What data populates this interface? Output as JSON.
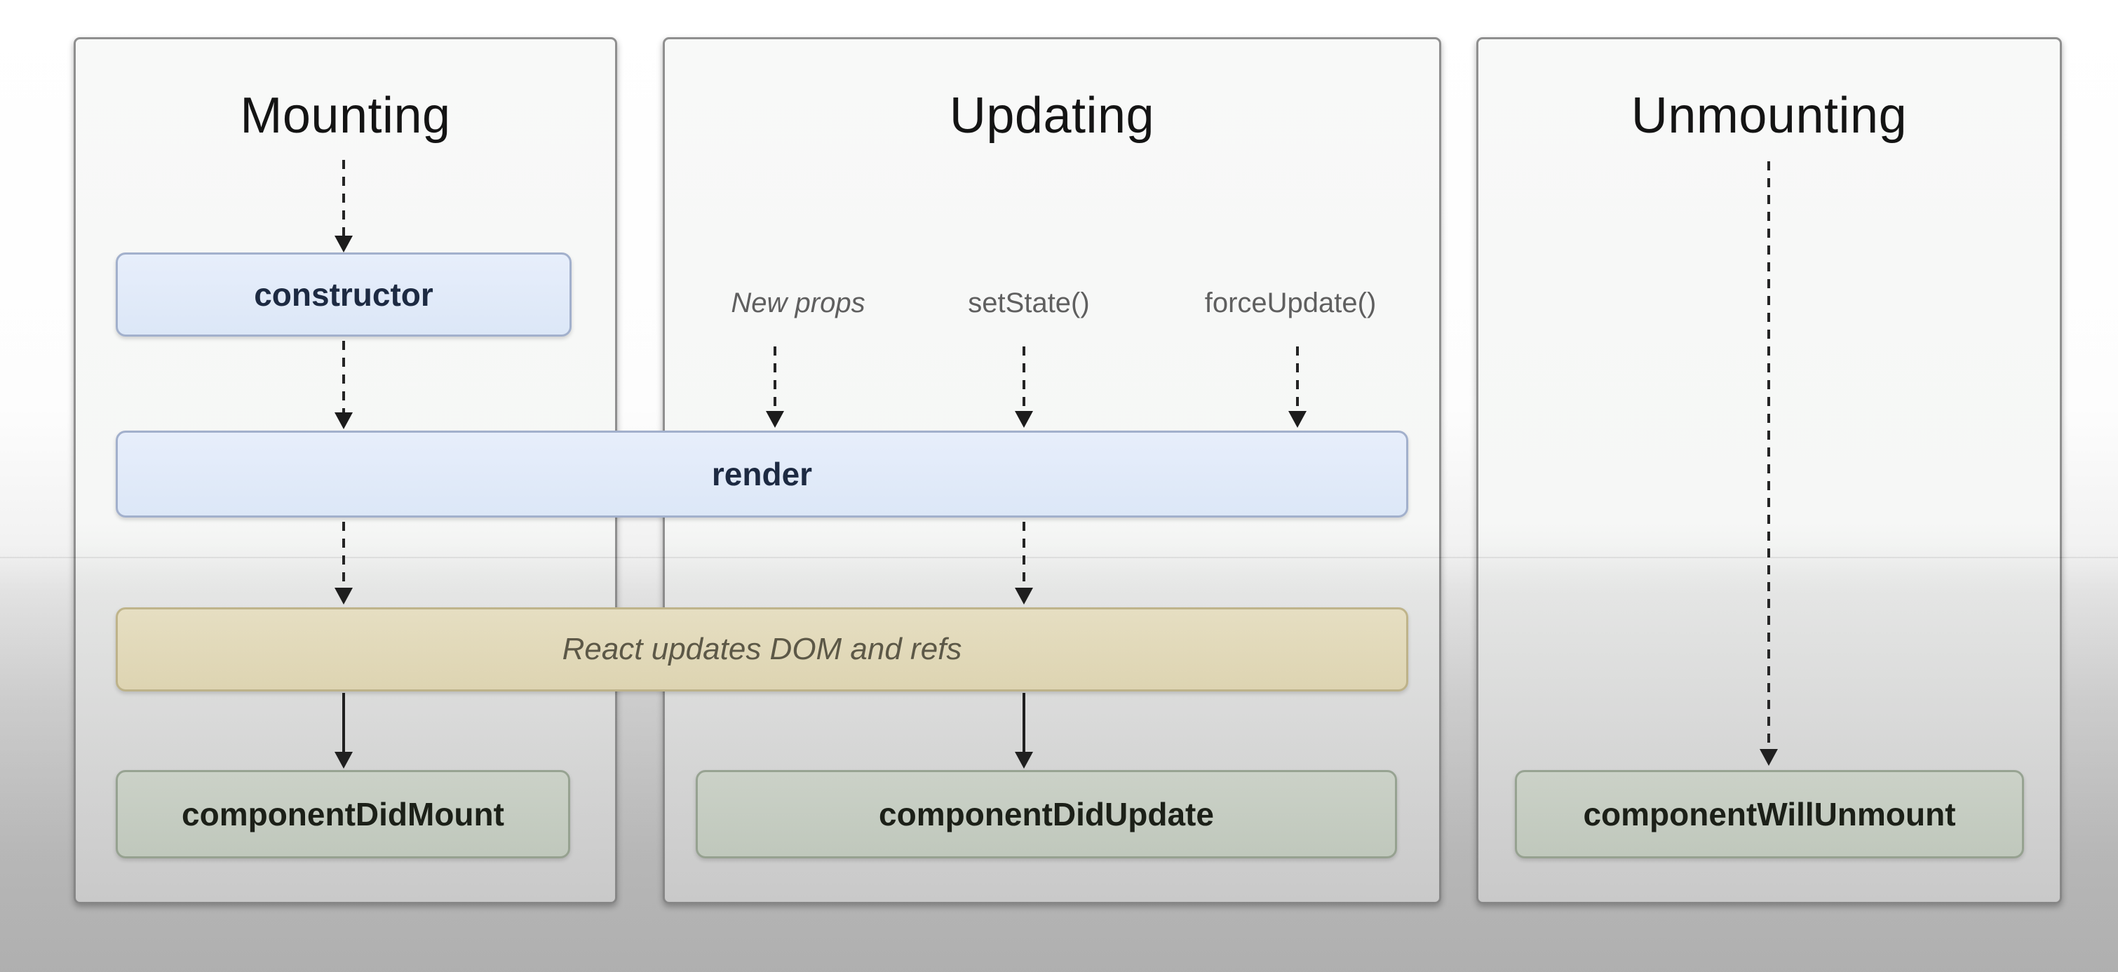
{
  "columns": {
    "mounting": {
      "title": "Mounting"
    },
    "updating": {
      "title": "Updating",
      "triggers": [
        {
          "label": "New props"
        },
        {
          "label": "setState()"
        },
        {
          "label": "forceUpdate()"
        }
      ]
    },
    "unmounting": {
      "title": "Unmounting"
    }
  },
  "nodes": {
    "constructor": {
      "label": "constructor"
    },
    "render": {
      "label": "render"
    },
    "react_updates": {
      "label": "React updates DOM and refs"
    },
    "component_did_mount": {
      "label": "componentDidMount"
    },
    "component_did_update": {
      "label": "componentDidUpdate"
    },
    "component_will_unmount": {
      "label": "componentWillUnmount"
    }
  },
  "colors": {
    "lifecycle_method_fill": "#dce7f7",
    "lifecycle_method_border": "#a2b0cc",
    "side_effect_fill": "#ebe2c1",
    "side_effect_border": "#c6ba8e",
    "commit_hook_fill": "#d3dbcf",
    "commit_hook_border": "#9fac99",
    "panel_fill": "#f6f7f6",
    "panel_border": "#8f8f8f",
    "arrow": "#1c1c1c"
  }
}
